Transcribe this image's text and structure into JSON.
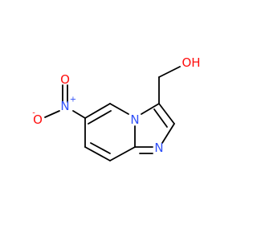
{
  "molecule": {
    "atoms": {
      "nitro_n": {
        "symbol": "N",
        "charge": "+",
        "color": "#3050F8"
      },
      "nitro_o_top": {
        "symbol": "O",
        "color": "#FF0D0D"
      },
      "nitro_o_left": {
        "symbol": "O",
        "charge": "-",
        "color": "#FF0D0D"
      },
      "ring_n_bridge": {
        "symbol": "N",
        "color": "#3050F8"
      },
      "ring_n_imidazole": {
        "symbol": "N",
        "color": "#3050F8"
      },
      "hydroxyl": {
        "symbol": "OH",
        "color": "#FF0D0D"
      }
    },
    "bond_color": "#000000"
  }
}
